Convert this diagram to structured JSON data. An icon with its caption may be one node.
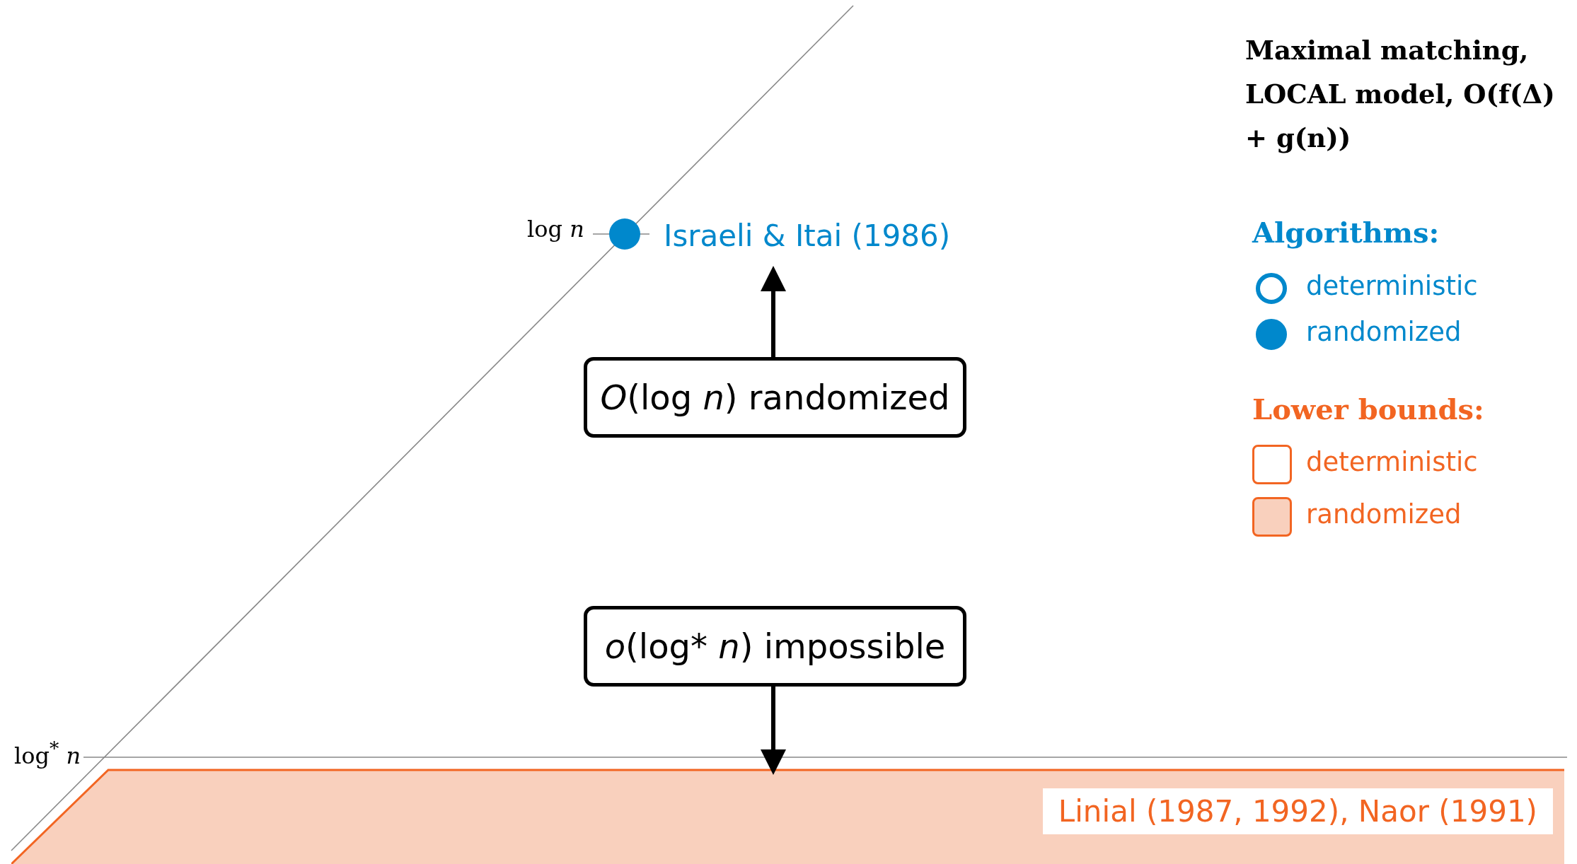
{
  "diagram": {
    "title": "Maximal matching, LOCAL model, O(f(Δ) + g(n))",
    "nodes": [
      {
        "text": [
          "*O*(log *n*) randomized"
        ]
      },
      {
        "text": [
          "Israeli & Itai (1986)"
        ]
      },
      {
        "text": [
          "*o*(log* *n*) impossible"
        ]
      },
      {
        "text": [
          "Linial (1987, 1992), Naor (1991)"
        ]
      }
    ],
    "edges": [
      {
        "from": 0,
        "to": 1,
        "arrow": "to"
      },
      {
        "from": 2,
        "to": 3,
        "arrow": "to"
      }
    ],
    "labels": [
      "log *n*",
      "log$^{*}$ *n*",
      "Algorithms:",
      "Lower bounds:"
    ],
    "legend": [
      {
        "text": "deterministic"
      },
      {
        "text": "randomized",
        "color": "#0088cc"
      },
      {
        "text": "deterministic"
      },
      {
        "text": "randomized",
        "color": "#f9d0bd"
      }
    ]
  }
}
